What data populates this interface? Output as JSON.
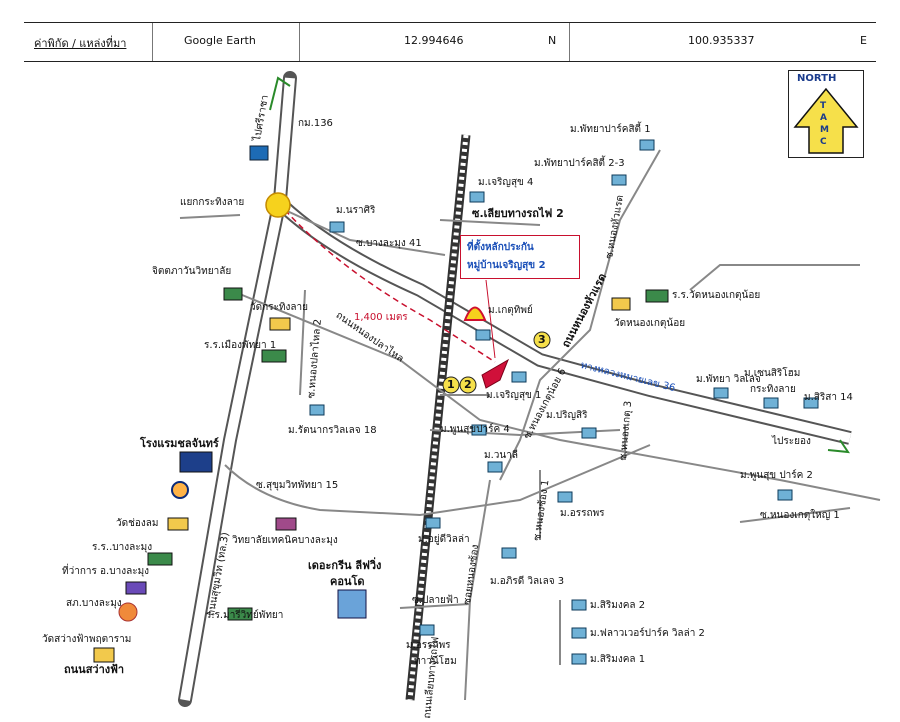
{
  "header": {
    "field_label": "ค่าพิกัด / แหล่งที่มา",
    "source": "Google Earth",
    "latitude": "12.994646",
    "lat_dir": "N",
    "longitude": "100.935337",
    "lon_dir": "E"
  },
  "compass": {
    "north": "NORTH",
    "letters": [
      "T",
      "A",
      "M",
      "C"
    ]
  },
  "callout": {
    "line1": "ที่ตั้งหลักประกัน",
    "line2": "หมู่บ้านเจริญสุข 2"
  },
  "distance": "1,400 เมตร",
  "markers": [
    "1",
    "2",
    "3"
  ],
  "labels": {
    "km136": "กม.136",
    "to_sriracha": "ไปศรีราชา",
    "junction": "แยกกระทิงลาย",
    "mararin": "ม.นราศิริ",
    "soi_bang41": "ซ.บางละมุง 41",
    "chitpa": "จิตตภาวันวิทยาลัย",
    "wat_krathing": "วัดกระทิงลาย",
    "rr_muang": "ร.ร.เมืองพัทยา 1",
    "soi_nongpla2": "ซ.หนองปลาไหล 2",
    "rattanakorn": "ม.รัตนากรวิลเลจ 18",
    "nongpla_road": "ถนนหนองปลาไหล",
    "hotel": "โรงแรมชลจันทร์",
    "wat_chongkhom": "วัดช่องลม",
    "rr_banglamung": "ร.ร..บางละมุง",
    "district_office": "ที่ว่าการ อ.บางละมุง",
    "police": "สภ.บางละมุง",
    "wat_sawang": "วัดสว่างฟ้าพฤตาราม",
    "sawang_road": "ถนนสว่างฟ้า",
    "sukhumvit_road": "ถนนสุขุมวิท (ทล.3)",
    "soi_sukhumvit15": "ซ.สุขุมวิทพัทยา 15",
    "technic": "วิทยาลัยเทคนิคบางละมุง",
    "rr_maree": "ร.ร.มารีวิทย์พัทยา",
    "esplanade1": "เดอะกรีน ลีฟวิ่ง",
    "esplanade2": "คอนโด",
    "railway_road": "ถนนเลียบทางรถไฟ",
    "soi_rail2": "ซ.เลียบทางรถไฟ 2",
    "charoensuk4": "ม.เจริญสุข 4",
    "pattaya_park1": "ม.พัทยาปาร์คสิตี้ 1",
    "pattaya_park23": "ม.พัทยาปาร์คสิตี้ 2-3",
    "soi_nonghuaraet": "ซ.หนองหัวแรด",
    "ketthip": "ม.เกตุทิพย์",
    "nonghuaraet_road": "ถนนหนองหัวแรด",
    "rr_wat_nong": "ร.ร.วัดหนองเกตุน้อย",
    "wat_nong": "วัดหนองเกตุน้อย",
    "highway36": "ทางหลวงหมายเลข 36",
    "charoensuk1": "ม.เจริญสุข 1",
    "soi_nongket6": "ซ.หนองเกตุน้อย 6",
    "pattaya_village": "ม.พัทยา วิลเลจ",
    "central_village1": "ม.เซนสิริโฮม",
    "central_village2": "กระทิงลาย",
    "sirisa": "ม.สิริสา 14",
    "to_rayong": "ไประยอง",
    "poonsuk4": "ม.พูนสุขปาร์ค 4",
    "prinsiri": "ม.ปริญสิริ",
    "soi_nongket3": "ซ.หนองเกตุ 3",
    "wanali": "ม.วนาลี",
    "poonsuk2": "ม.พูนสุข ปาร์ค 2",
    "soi_nongket1": "ซ.หนองเกตุใหญ่ 1",
    "soi_nongsorg1": "ซ.หนองซ้อง 1",
    "uraporn": "ม.อรรถพร",
    "oasis": "ม.อยู่ดีวิลล่า",
    "soi_nongsorg_road": "ซอยหนองซ้อง",
    "pattaya_village3": "ม.อภิรดี วิลเลจ 3",
    "soi_plaifah": "ซ.ปลายฟ้า",
    "uraporn_town1": "ม.อรรถพร",
    "uraporn_town2": "ทาวน์โฮม",
    "sirimongkol2": "ม.สิริมงคล 2",
    "flower_park": "ม.ฟลาวเวอร์ปาร์ค วิลล่า 2",
    "sirimongkol1": "ม.สิริมงคล 1"
  }
}
